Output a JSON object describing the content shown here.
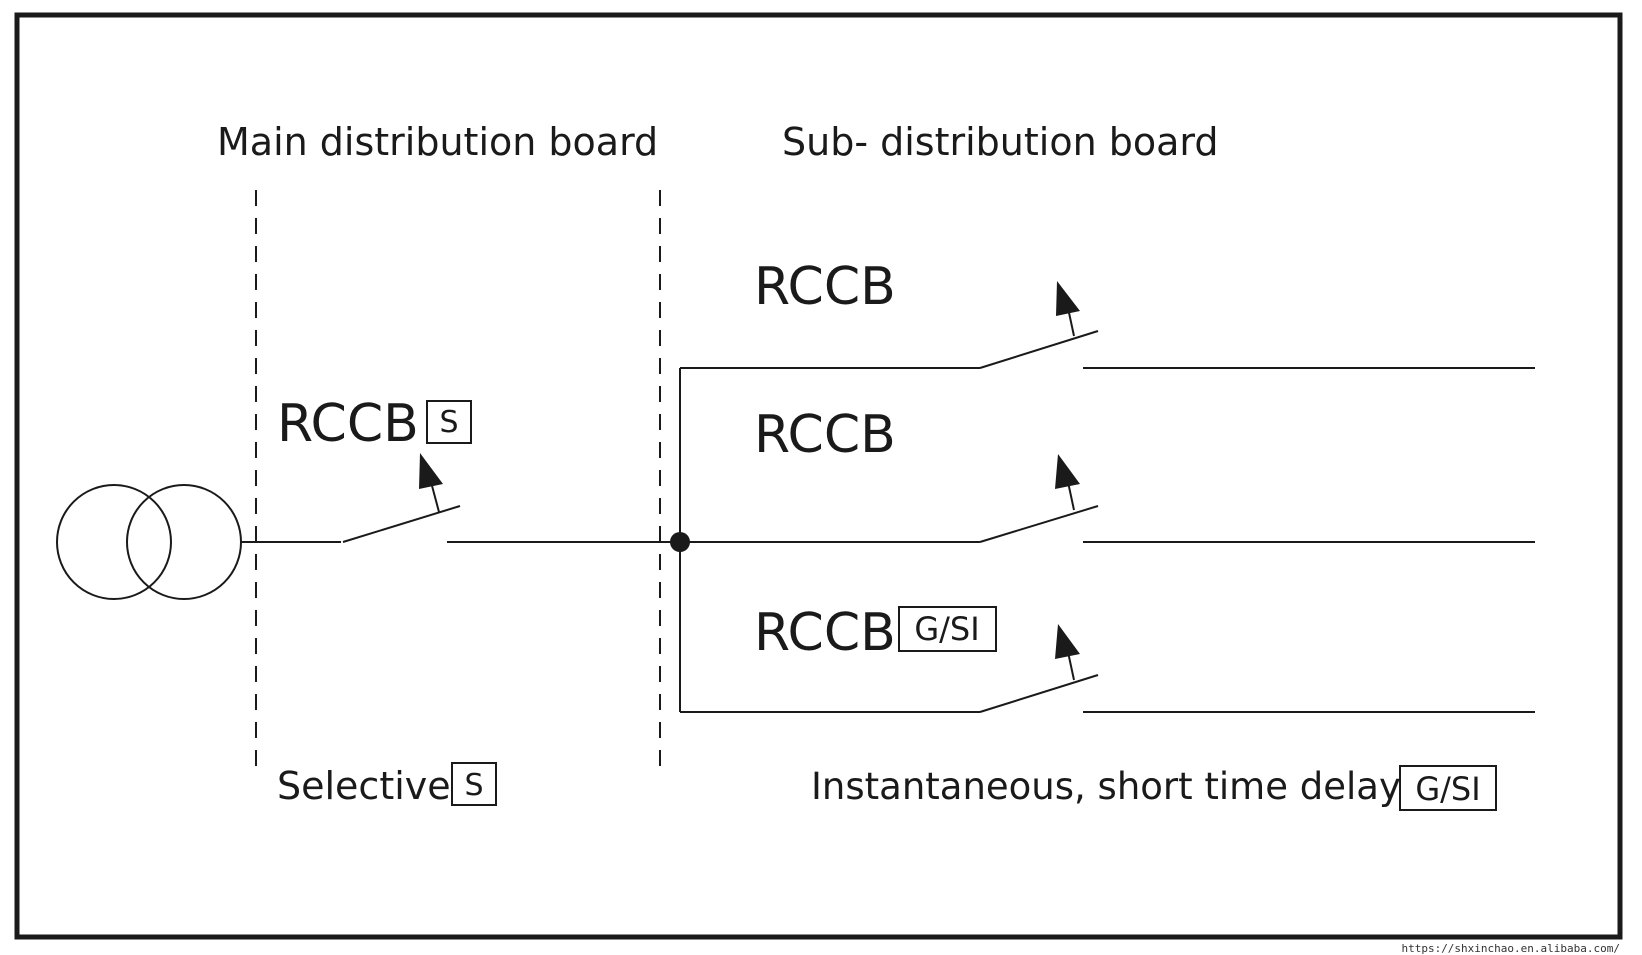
{
  "headings": {
    "main_board": "Main distribution board",
    "sub_board": "Sub- distribution board"
  },
  "main_breaker": {
    "label": "RCCB",
    "tag": "S"
  },
  "branch_breakers": [
    {
      "label": "RCCB",
      "tag": ""
    },
    {
      "label": "RCCB",
      "tag": ""
    },
    {
      "label": "RCCB",
      "tag": "G/SI"
    }
  ],
  "legend": {
    "selective_text": "Selective",
    "selective_tag": "S",
    "instant_text": "Instantaneous, short time delay",
    "instant_tag": "G/SI"
  },
  "watermark": "https://shxinchao.en.alibaba.com/",
  "colors": {
    "ink": "#1a1a1a",
    "background": "#ffffff"
  }
}
